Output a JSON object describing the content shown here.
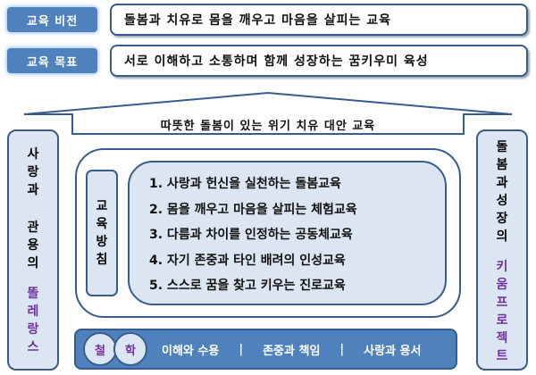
{
  "vision": {
    "label": "교육 비전",
    "text": "돌봄과 치유로 몸을 깨우고 마음을 살피는 교육"
  },
  "goal": {
    "label": "교육 목표",
    "text": "서로 이해하고 소통하며 함께 성장하는 꿈키우미 육성"
  },
  "roof": {
    "text": "따뜻한 돌봄이 있는 위기 치유 대안 교육"
  },
  "left_pillar": {
    "line1": [
      "사",
      "랑",
      "과"
    ],
    "line2": [
      "관",
      "용",
      "의"
    ],
    "highlight": [
      "똘",
      "레",
      "랑",
      "스"
    ]
  },
  "right_pillar": {
    "line1": [
      "돌",
      "봄",
      "과",
      "성",
      "장",
      "의"
    ],
    "highlight": [
      "키",
      "움",
      "프",
      "로",
      "젝",
      "트"
    ]
  },
  "policy": {
    "label": [
      "교",
      "육",
      "방",
      "침"
    ],
    "items": [
      "1. 사랑과 헌신을 실천하는 돌봄교육",
      "2. 몸을 깨우고 마음을 살피는 체험교육",
      "3. 다름과 차이를 인정하는 공동체교육",
      "4. 자기 존중과 타인 배려의 인성교육",
      "5. 스스로 꿈을 찾고 키우는 진로교육"
    ]
  },
  "philosophy": {
    "badge": [
      "철",
      "학"
    ],
    "values": [
      "이해와 수용",
      "존중과 책임",
      "사랑과 용서"
    ],
    "separator": "|"
  },
  "colors": {
    "tag_blue": "#4f81bd",
    "border_navy": "#385d8a",
    "light_fill": "#dce6f2",
    "highlight_purple": "#7030a0"
  }
}
